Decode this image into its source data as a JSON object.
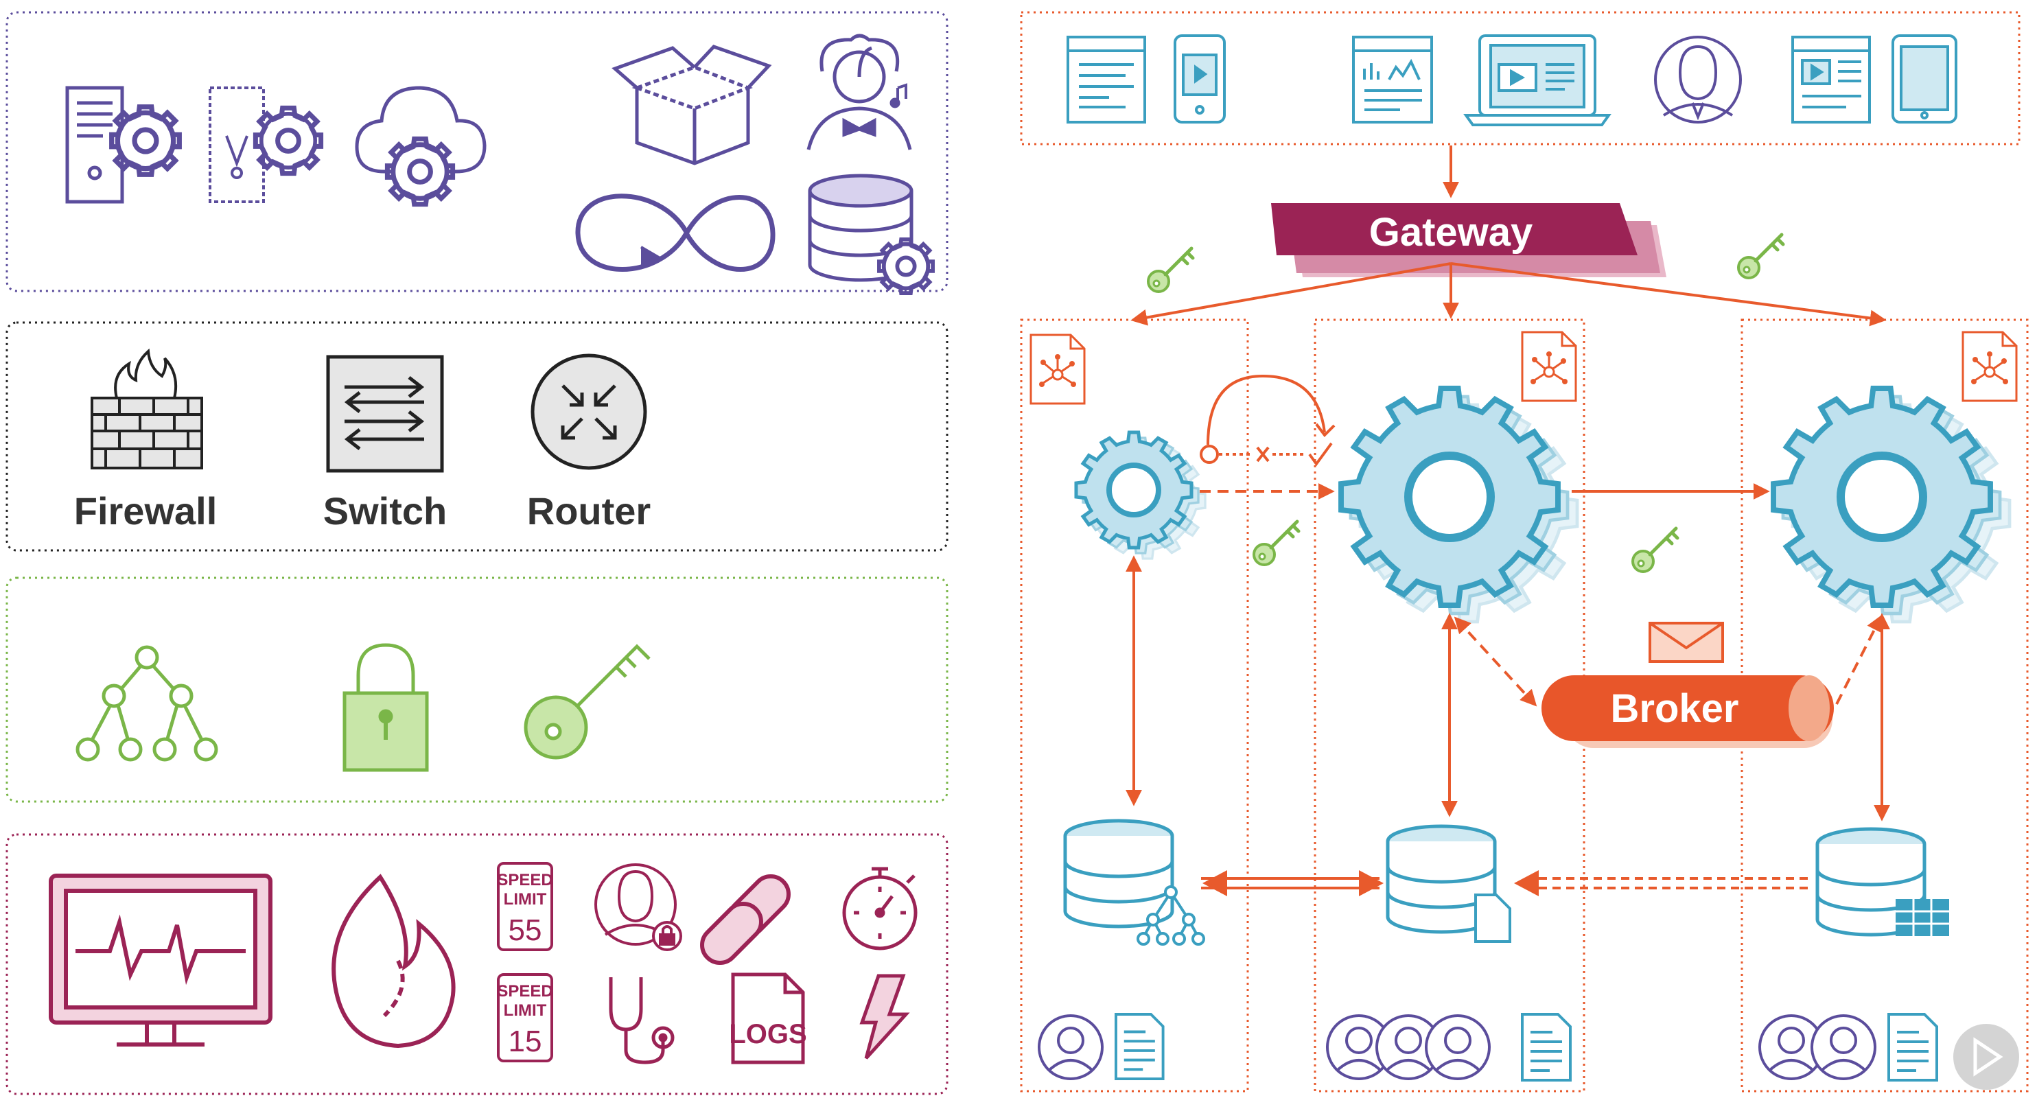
{
  "labels": {
    "firewall": "Firewall",
    "switch": "Switch",
    "router": "Router",
    "gateway": "Gateway",
    "broker": "Broker"
  },
  "signs": {
    "speed_1": "SPEED",
    "limit_1": "LIMIT",
    "value_1": "55",
    "speed_2": "SPEED",
    "limit_2": "LIMIT",
    "value_2": "15",
    "logs": "LOGS"
  },
  "icons": {
    "infrastructure_panel": [
      "server-gear-icon",
      "virtual-server-gear-icon",
      "cloud-gear-icon",
      "package-box-icon",
      "orchestrator-icon",
      "infinity-devops-icon",
      "database-gear-icon"
    ],
    "network_panel": [
      "firewall-icon",
      "switch-icon",
      "router-icon"
    ],
    "security_panel": [
      "hierarchy-tree-icon",
      "padlock-icon",
      "key-icon"
    ],
    "monitoring_panel": [
      "heartbeat-monitor-icon",
      "flame-icon",
      "speed-limit-55-icon",
      "user-lock-icon",
      "chain-link-icon",
      "stopwatch-icon",
      "speed-limit-15-icon",
      "stethoscope-icon",
      "logs-document-icon",
      "lightning-icon"
    ],
    "clients": [
      "web-page-icon",
      "mobile-video-icon",
      "dashboard-page-icon",
      "laptop-video-icon",
      "user-avatar-icon",
      "video-page-icon",
      "tablet-icon"
    ],
    "services": [
      "service-gear-small-icon",
      "service-gear-large-icon",
      "service-gear-right-icon"
    ],
    "datastores": [
      "database-tree-icon",
      "database-document-icon",
      "database-table-icon"
    ],
    "teams": [
      "team-one-person-icon",
      "team-three-people-icon",
      "team-two-people-icon"
    ]
  },
  "colors": {
    "purple": "#5b4d9c",
    "black": "#222222",
    "green": "#7ab648",
    "maroon": "#9b2355",
    "orange": "#e85a2c",
    "teal": "#3a9fc0",
    "gateway_fill": "#9b2355",
    "broker_fill": "#e8562a"
  }
}
